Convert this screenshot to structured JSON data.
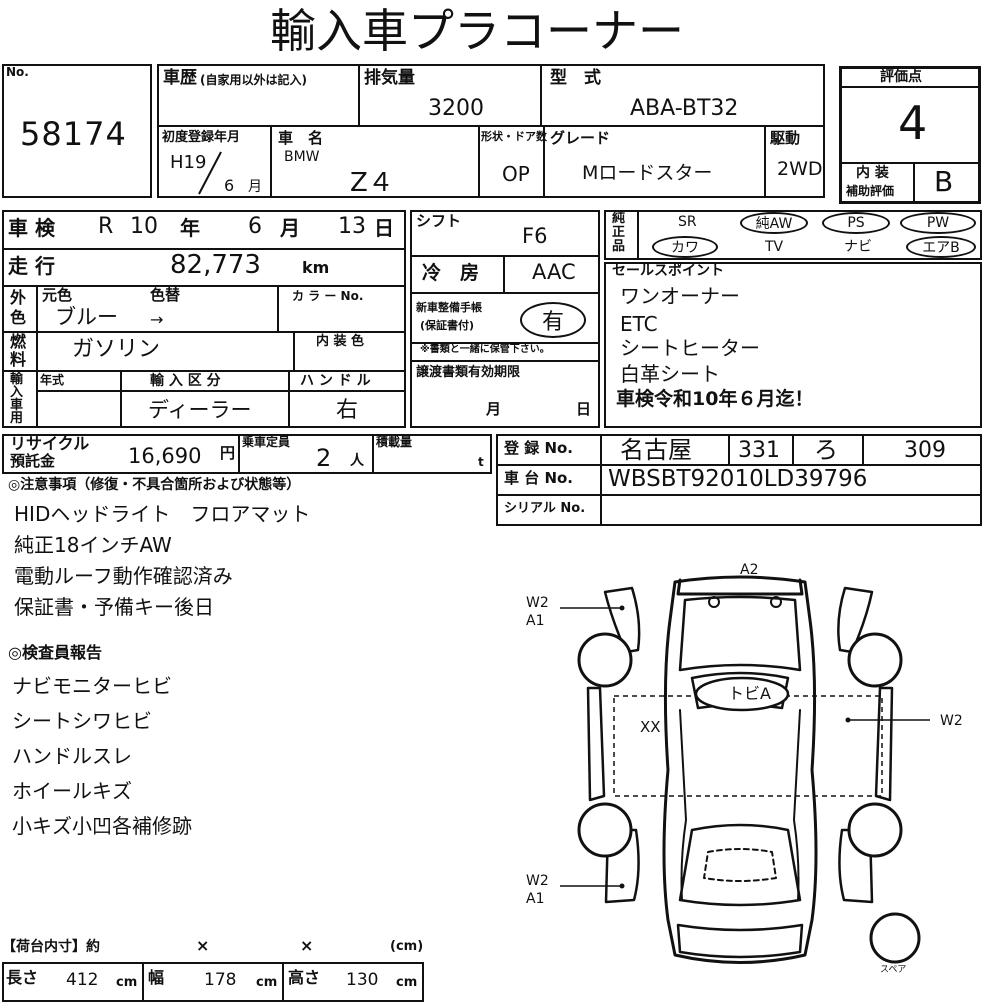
{
  "title": "輸入車プラコーナー",
  "no_label": "No.",
  "no_value": "58174",
  "history_label": "車歴",
  "history_sub": "(自家用以外は記入)",
  "displacement_label": "排気量",
  "displacement_value": "3200",
  "model_label": "型　式",
  "model_value": "ABA-BT32",
  "score_label": "評価点",
  "score_value": "4",
  "first_reg_label": "初度登録年月",
  "first_reg_year": "H19",
  "first_reg_month": "6",
  "first_reg_month_unit": "月",
  "car_name_label": "車　名",
  "car_maker": "BMW",
  "car_name": "Z４",
  "shape_label": "形状・ドア数",
  "shape_value": "OP",
  "grade_label": "グレード",
  "grade_value": "Mロードスター",
  "drive_label": "駆動",
  "drive_value": "2WD",
  "interior_score_label1": "内 装",
  "interior_score_label2": "補助評価",
  "interior_score_value": "B",
  "inspection_label": "車 検",
  "inspection_era": "R",
  "inspection_year": "10",
  "inspection_year_unit": "年",
  "inspection_month": "6",
  "inspection_month_unit": "月",
  "inspection_day": "13",
  "inspection_day_unit": "日",
  "shift_label": "シフト",
  "shift_value": "F6",
  "equip_label": [
    "純",
    "正",
    "品"
  ],
  "equip_items": [
    "SR",
    "純AW",
    "PS",
    "PW",
    "カワ",
    "TV",
    "ナビ",
    "エアB"
  ],
  "mileage_label": "走 行",
  "mileage_value": "82,773",
  "mileage_unit": "km",
  "ac_label": "冷　房",
  "ac_value": "AAC",
  "sales_label": "セールスポイント",
  "sales_points": [
    "ワンオーナー",
    "ETC",
    "シートヒーター",
    "白革シート",
    "車検令和10年６月迄！"
  ],
  "color_side_label": [
    "外",
    "色"
  ],
  "orig_color_label": "元色",
  "repaint_label": "色替",
  "orig_color_value": "ブルー",
  "repaint_value": "→",
  "color_no_label": "カ ラ ー No.",
  "maint_label1": "新車整備手帳",
  "maint_label2": "(保証書付)",
  "maint_value": "有",
  "maint_note": "※書類と一緒に保管下さい。",
  "fuel_label": [
    "燃",
    "料"
  ],
  "fuel_value": "ガソリン",
  "interior_color_label": "内 装 色",
  "import_side_label": [
    "輸",
    "入",
    "車",
    "用"
  ],
  "model_year_label": "年式",
  "import_type_label": "輸 入 区 分",
  "import_type_value": "ディーラー",
  "handle_label": "ハ ン ド ル",
  "handle_value": "右",
  "transfer_label": "譲渡書類有効期限",
  "transfer_month_unit": "月",
  "transfer_day_unit": "日",
  "recycle_label1": "リサイクル",
  "recycle_label2": "預託金",
  "recycle_value": "16,690",
  "recycle_unit": "円",
  "capacity_label": "乗車定員",
  "capacity_value": "2",
  "capacity_unit": "人",
  "load_label": "積載量",
  "load_unit": "t",
  "reg_no_label": "登 録 No.",
  "reg_area": "名古屋",
  "reg_class": "331",
  "reg_kana": "ろ",
  "reg_number": "309",
  "chassis_label": "車 台 No.",
  "chassis_value": "WBSBT92010LD39796",
  "serial_label": "シリアル No.",
  "notes_header": "◎注意事項（修復・不具合箇所および状態等）",
  "notes": [
    "HIDヘッドライト　フロアマット",
    "純正18インチAW",
    "電動ルーフ動作確認済み",
    "保証書・予備キー後日"
  ],
  "inspector_header": "◎検査員報告",
  "inspector_notes": [
    "ナビモニターヒビ",
    "シートシワヒビ",
    "ハンドルスレ",
    "ホイールキズ",
    "小キズ小凹各補修跡"
  ],
  "cargo_header": "【荷台内寸】約",
  "cargo_x1": "×",
  "cargo_x2": "×",
  "cargo_unit_header": "(cm)",
  "length_label": "長さ",
  "length_value": "412",
  "width_label": "幅",
  "width_value": "178",
  "height_label": "高さ",
  "height_value": "130",
  "cm": "cm",
  "diagram": {
    "a2": "A2",
    "w2_top_left": "W2",
    "a1_top_left": "A1",
    "tobi": "トビA",
    "xx": "XX",
    "w2_right": "W2",
    "w2_bottom_left": "W2",
    "a1_bottom_left": "A1",
    "spare": "スペア"
  }
}
